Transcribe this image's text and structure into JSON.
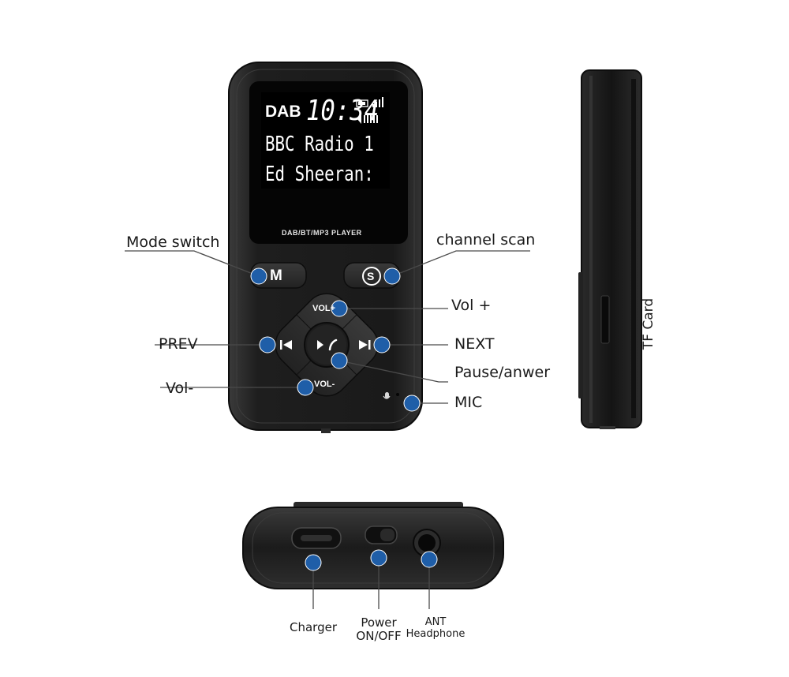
{
  "display": {
    "mode": "DAB",
    "time": "10:34",
    "line1": "BBC Radio 1",
    "line2": "Ed Sheeran:"
  },
  "device": {
    "model_text": "DAB/BT/MP3 PLAYER",
    "mode_key": "M",
    "scan_key": "S",
    "vol_up_key": "VOL+",
    "vol_down_key": "VOL-"
  },
  "labels": {
    "mode_switch": "Mode switch",
    "channel_scan": "channel scan",
    "vol_plus": "Vol +",
    "prev": "PREV",
    "next": "NEXT",
    "pause": "Pause/anwer",
    "vol_minus": "Vol-",
    "mic": "MIC",
    "tf_card": "TF Card",
    "charger": "Charger",
    "power_line1": "Power",
    "power_line2": "ON/OFF",
    "ant_line1": "ANT",
    "ant_line2": "Headphone"
  },
  "colors": {
    "marker": "#1f5ea8",
    "device_body": "#1c1c1c",
    "screen": "#000000"
  }
}
